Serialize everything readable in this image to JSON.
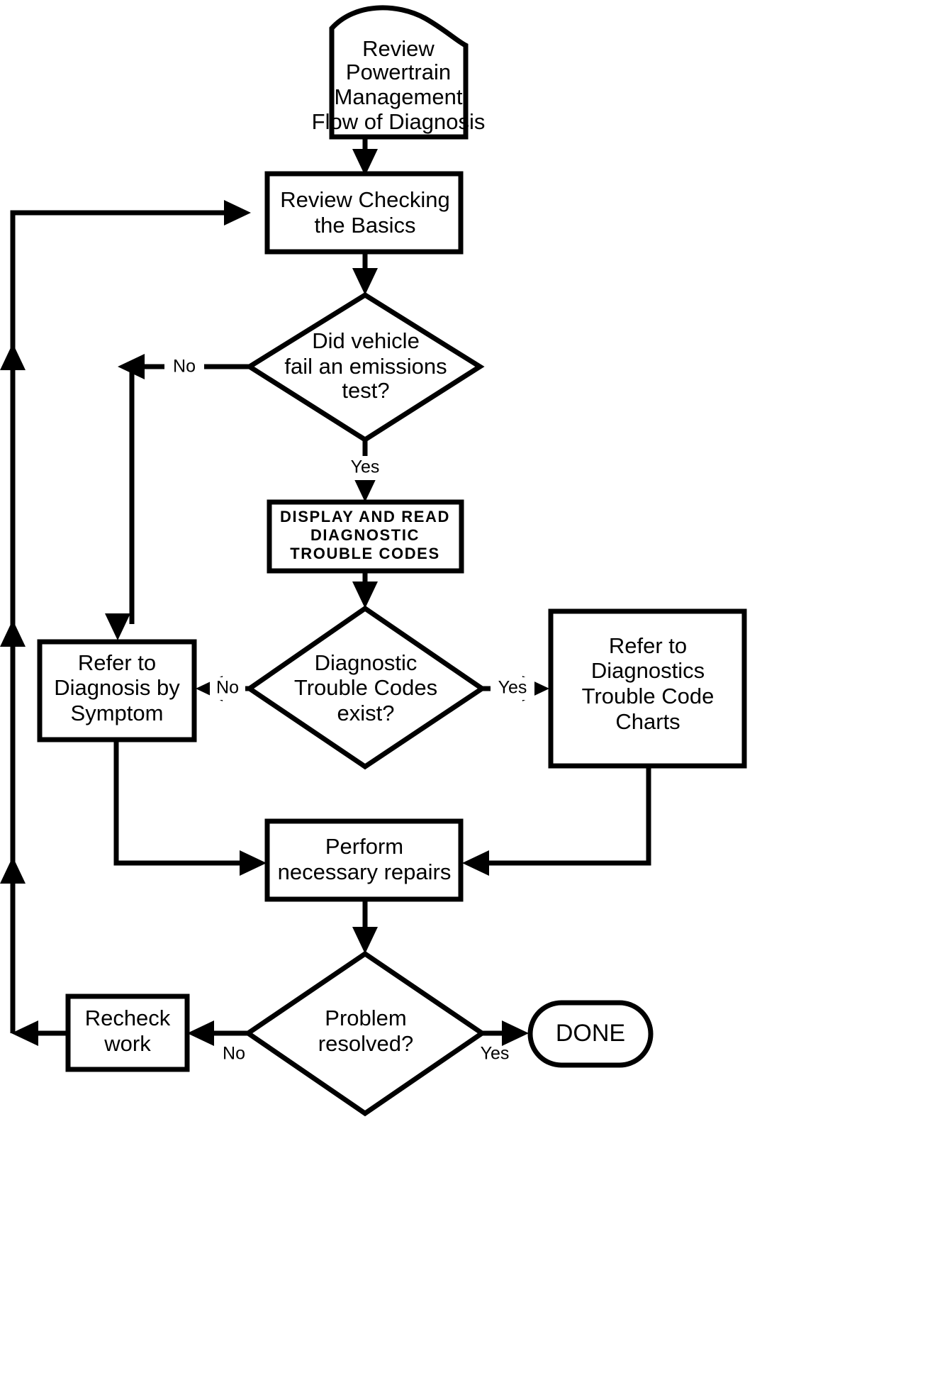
{
  "diagram": {
    "title": "Powertrain Management Flow of Diagnosis Flowchart",
    "type": "flowchart",
    "stroke_color": "#000000",
    "background_color": "#ffffff"
  },
  "nodes": {
    "review_flow": {
      "shape": "document",
      "lines": [
        "Review",
        "Powertrain",
        "Management",
        "Flow of Diagnosis"
      ]
    },
    "review_basics": {
      "shape": "process",
      "lines": [
        "Review Checking",
        "the Basics"
      ]
    },
    "emissions_test": {
      "shape": "decision",
      "lines": [
        "Did vehicle",
        "fail an emissions",
        "test?"
      ]
    },
    "display_read": {
      "shape": "process",
      "lines": [
        "DISPLAY AND READ",
        "DIAGNOSTIC",
        "TROUBLE CODES"
      ]
    },
    "codes_exist": {
      "shape": "decision",
      "lines": [
        "Diagnostic",
        "Trouble Codes",
        "exist?"
      ]
    },
    "refer_symptom": {
      "shape": "process",
      "lines": [
        "Refer to",
        "Diagnosis by",
        "Symptom"
      ]
    },
    "refer_charts": {
      "shape": "process",
      "lines": [
        "Refer to",
        "Diagnostics",
        "Trouble Code",
        "Charts"
      ]
    },
    "perform_repairs": {
      "shape": "process",
      "lines": [
        "Perform",
        "necessary repairs"
      ]
    },
    "problem_resolved": {
      "shape": "decision",
      "lines": [
        "Problem",
        "resolved?"
      ]
    },
    "recheck_work": {
      "shape": "process",
      "lines": [
        "Recheck",
        "work"
      ]
    },
    "done": {
      "shape": "terminator",
      "lines": [
        "DONE"
      ]
    }
  },
  "edge_labels": {
    "emissions_no": "No",
    "emissions_yes": "Yes",
    "codes_no": "No",
    "codes_yes": "Yes",
    "resolved_no": "No",
    "resolved_yes": "Yes"
  }
}
